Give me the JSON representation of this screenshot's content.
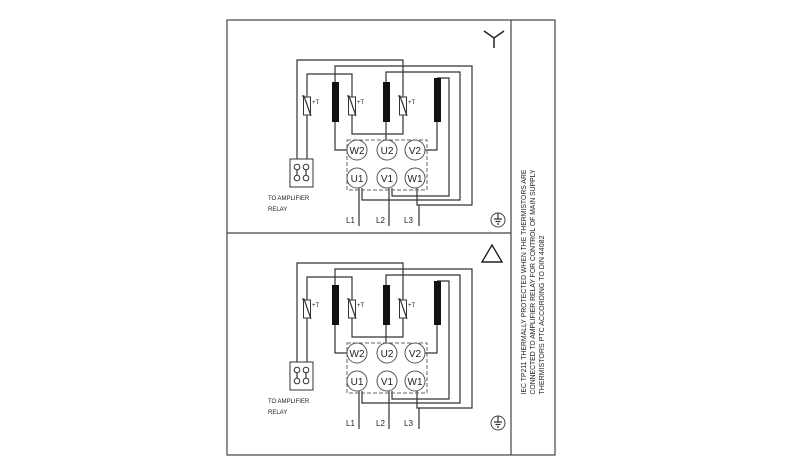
{
  "diagram": {
    "note_lines": [
      "IEC TP211 THERMALLY PROTECTED WHEN THE THERMISTORS ARE",
      "CONNECTED TO AMPLIFIER RELAY FOR CONTROL OF MAIN SUPPLY",
      "THERMISTORS PTC ACCORDING TO DIN 44082"
    ],
    "panels": [
      {
        "connection": "star",
        "symbol": "Y"
      },
      {
        "connection": "delta",
        "symbol": "triangle"
      }
    ],
    "relay_label_1": "TO AMPLIFIER",
    "relay_label_2": "RELAY",
    "thermistor_label": "+T",
    "terminals_top": [
      "W2",
      "U2",
      "V2"
    ],
    "terminals_bottom": [
      "U1",
      "V1",
      "W1"
    ],
    "lines": [
      "L1",
      "L2",
      "L3"
    ]
  }
}
